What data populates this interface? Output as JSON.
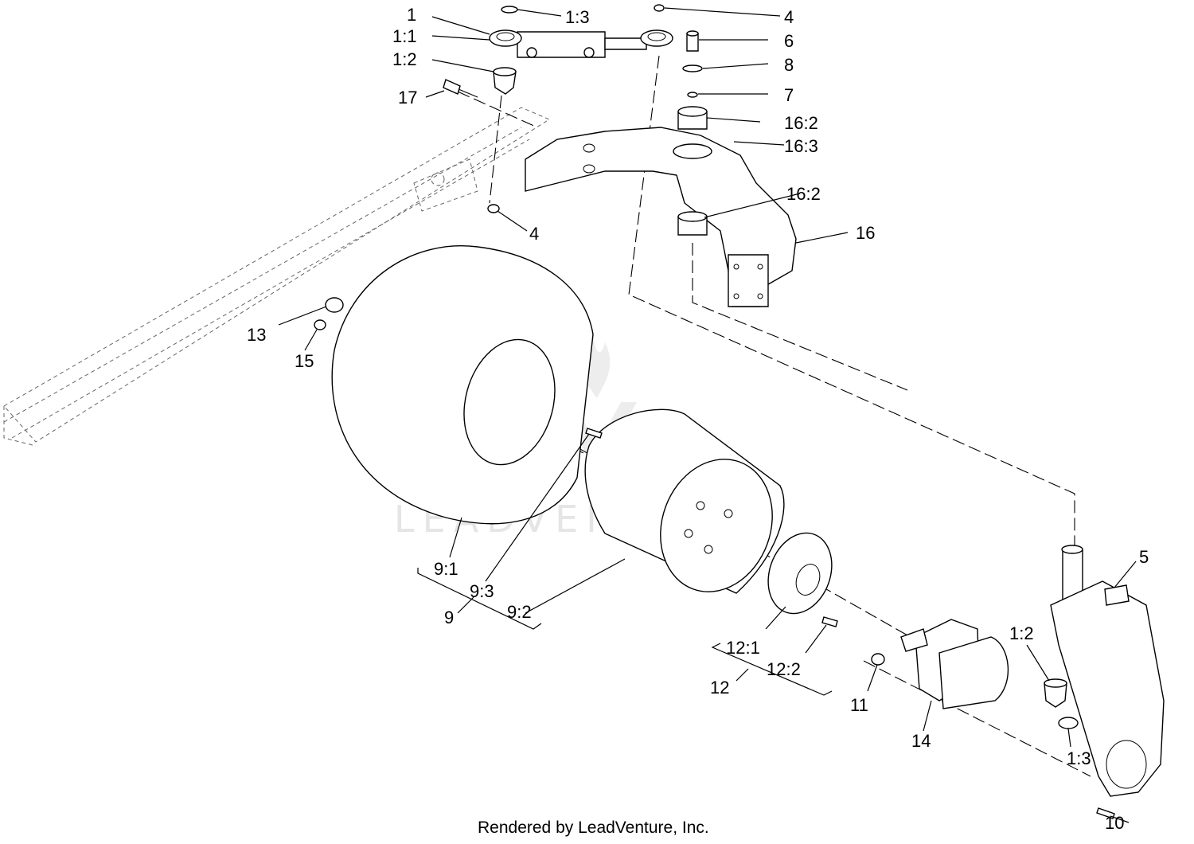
{
  "footer": {
    "text": "Rendered by LeadVenture, Inc."
  },
  "watermark": {
    "text": "LEADVENTURE"
  },
  "callouts": [
    {
      "id": "c1",
      "label": "1"
    },
    {
      "id": "c1-1",
      "label": "1:1"
    },
    {
      "id": "c1-2-top",
      "label": "1:2"
    },
    {
      "id": "c1-3-top",
      "label": "1:3"
    },
    {
      "id": "c4-top",
      "label": "4"
    },
    {
      "id": "c6",
      "label": "6"
    },
    {
      "id": "c8",
      "label": "8"
    },
    {
      "id": "c7",
      "label": "7"
    },
    {
      "id": "c16-2-top",
      "label": "16:2"
    },
    {
      "id": "c16-3",
      "label": "16:3"
    },
    {
      "id": "c16-2-mid",
      "label": "16:2"
    },
    {
      "id": "c16",
      "label": "16"
    },
    {
      "id": "c17",
      "label": "17"
    },
    {
      "id": "c4-mid",
      "label": "4"
    },
    {
      "id": "c13",
      "label": "13"
    },
    {
      "id": "c15",
      "label": "15"
    },
    {
      "id": "c9-1",
      "label": "9:1"
    },
    {
      "id": "c9-3",
      "label": "9:3"
    },
    {
      "id": "c9",
      "label": "9"
    },
    {
      "id": "c9-2",
      "label": "9:2"
    },
    {
      "id": "c12-1",
      "label": "12:1"
    },
    {
      "id": "c12-2",
      "label": "12:2"
    },
    {
      "id": "c12",
      "label": "12"
    },
    {
      "id": "c11",
      "label": "11"
    },
    {
      "id": "c14",
      "label": "14"
    },
    {
      "id": "c5",
      "label": "5"
    },
    {
      "id": "c1-2-bot",
      "label": "1:2"
    },
    {
      "id": "c1-3-bot",
      "label": "1:3"
    },
    {
      "id": "c10",
      "label": "10"
    }
  ]
}
